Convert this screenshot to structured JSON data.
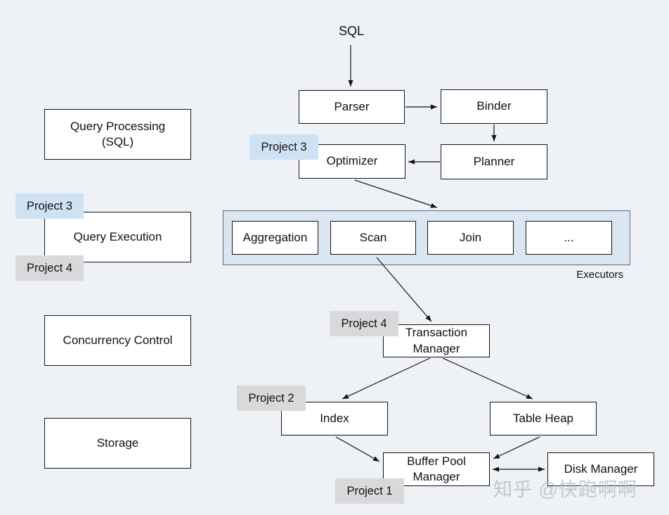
{
  "diagram": {
    "sql": "SQL",
    "parser": "Parser",
    "binder": "Binder",
    "optimizer": "Optimizer",
    "planner": "Planner",
    "executors_label": "Executors",
    "executor_items": [
      "Aggregation",
      "Scan",
      "Join",
      "..."
    ],
    "transaction_manager": "Transaction\nManager",
    "index": "Index",
    "table_heap": "Table Heap",
    "buffer_pool_manager": "Buffer Pool\nManager",
    "disk_manager": "Disk Manager",
    "layers": [
      "Query Processing\n(SQL)",
      "Query Execution",
      "Concurrency Control",
      "Storage"
    ],
    "tags": {
      "project1": "Project 1",
      "project2": "Project 2",
      "project3": "Project 3",
      "project4": "Project 4"
    },
    "colors": {
      "background": "#eef1f5",
      "tag_blue": "#cfe2f3",
      "tag_gray": "#d9d9d9",
      "executors_fill": "#dce6f2"
    },
    "watermark": "知乎 @快跑啊啊"
  }
}
